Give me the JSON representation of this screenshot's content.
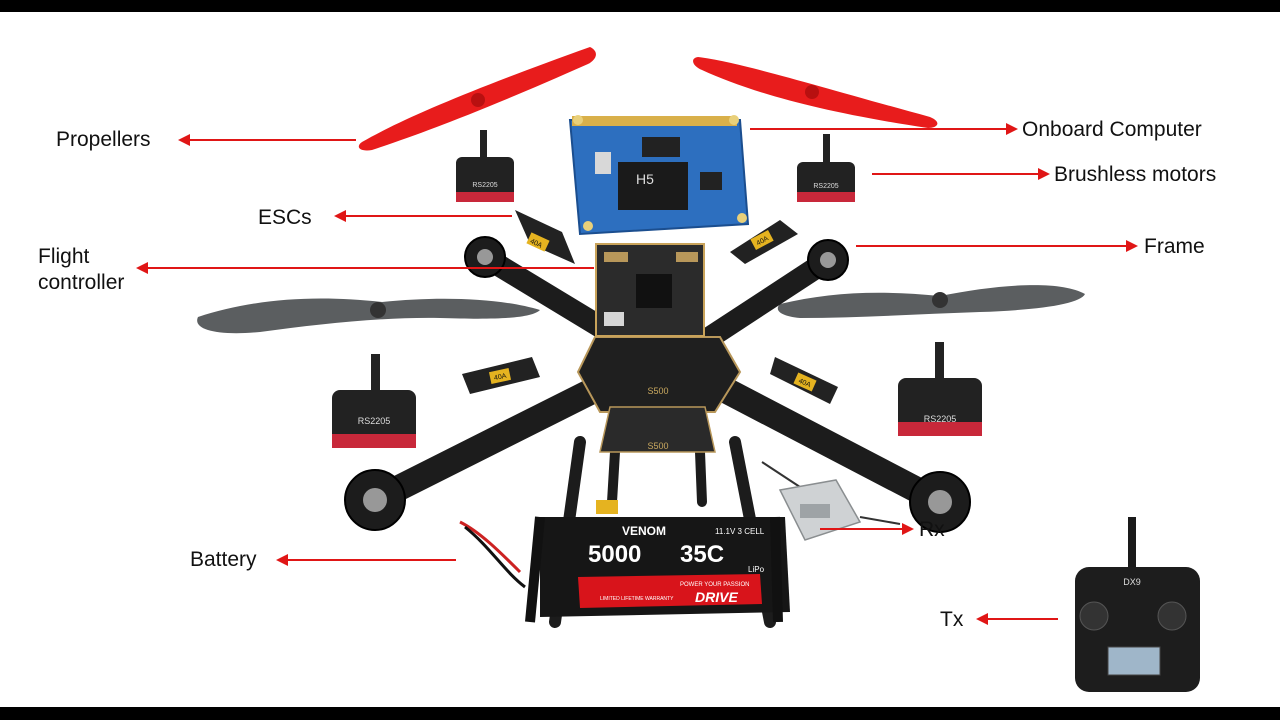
{
  "labels": {
    "propellers": "Propellers",
    "escs": "ESCs",
    "flight_controller": "Flight\ncontroller",
    "battery": "Battery",
    "onboard_computer": "Onboard Computer",
    "brushless_motors": "Brushless motors",
    "frame": "Frame",
    "rx": "Rx",
    "tx": "Tx"
  },
  "markings": {
    "board_chip": "H5",
    "motor_model": "RS2205",
    "esc_rating": "40A",
    "frame_model": "S500",
    "battery_brand": "VENOM",
    "battery_spec": "11.1V 3 CELL",
    "battery_capacity": "5000",
    "battery_rating": "35C",
    "battery_chem": "LiPo",
    "battery_tagline": "POWER YOUR PASSION",
    "battery_drive": "DRIVE",
    "battery_warranty": "LIMITED LIFETIME WARRANTY",
    "tx_model": "DX9"
  },
  "colors": {
    "arrow": "#e01616",
    "propeller_red": "#e81c1c",
    "propeller_grey": "#5b5e60",
    "frame": "#1c1c1c",
    "board_blue": "#2d6fbf",
    "battery_red": "#d8141b"
  }
}
